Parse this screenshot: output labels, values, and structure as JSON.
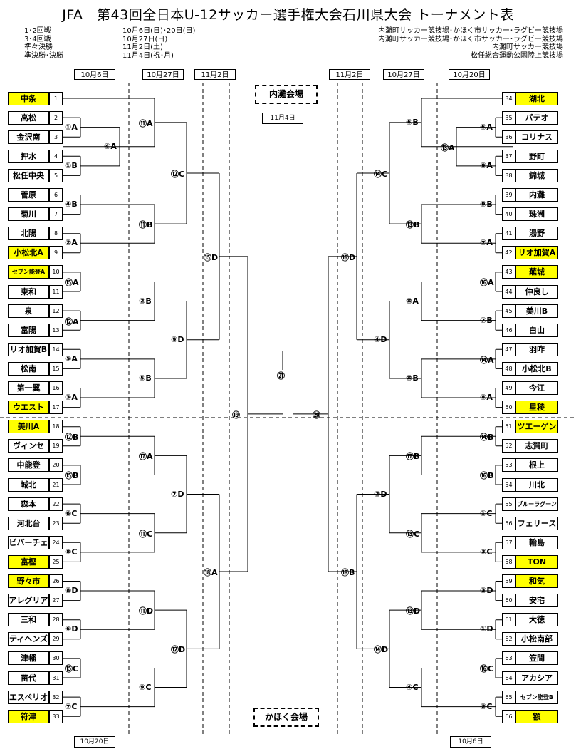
{
  "title": "JFA　第43回全日本U-12サッカー選手権大会石川県大会 トーナメント表",
  "schedule": {
    "rounds": [
      "1･2回戦",
      "3･4回戦",
      "準々決勝",
      "準決勝･決勝"
    ],
    "dates": [
      "10月6日(日)･20日(日)",
      "10月27日(日)",
      "11月2日(土)",
      "11月4日(祝･月)"
    ],
    "venues": [
      "内灘町サッカー競技場･かほく市サッカー･ラグビー競技場",
      "内灘町サッカー競技場･かほく市サッカー･ラグビー競技場",
      "内灘町サッカー競技場",
      "松任総合運動公園陸上競技場"
    ]
  },
  "headers": {
    "left": [
      "10月6日",
      "10月27日",
      "11月2日"
    ],
    "right": [
      "11月2日",
      "10月27日",
      "10月20日"
    ]
  },
  "venue_top": "内灘会場",
  "venue_date": "11月4日",
  "venue_bottom": "かほく会場",
  "bottom_dates": {
    "left": "10月20日",
    "right": "10月6日"
  },
  "left_teams": [
    {
      "name": "中条",
      "no": "1",
      "hl": true
    },
    {
      "name": "高松",
      "no": "2"
    },
    {
      "name": "金沢南",
      "no": "3"
    },
    {
      "name": "押水",
      "no": "4"
    },
    {
      "name": "松任中央",
      "no": "5"
    },
    {
      "name": "菅原",
      "no": "6"
    },
    {
      "name": "菊川",
      "no": "7"
    },
    {
      "name": "北陽",
      "no": "8"
    },
    {
      "name": "小松北A",
      "no": "9",
      "hl": true
    },
    {
      "name": "セブン能登A",
      "no": "10",
      "hl": true,
      "sm": true
    },
    {
      "name": "東和",
      "no": "11"
    },
    {
      "name": "泉",
      "no": "12"
    },
    {
      "name": "富陽",
      "no": "13"
    },
    {
      "name": "リオ加賀B",
      "no": "14"
    },
    {
      "name": "松南",
      "no": "15"
    },
    {
      "name": "第一翼",
      "no": "16"
    },
    {
      "name": "ウエスト",
      "no": "17",
      "hl": true
    },
    {
      "name": "美川A",
      "no": "18",
      "hl": true
    },
    {
      "name": "ヴィンセ",
      "no": "19"
    },
    {
      "name": "中能登",
      "no": "20"
    },
    {
      "name": "城北",
      "no": "21"
    },
    {
      "name": "森本",
      "no": "22"
    },
    {
      "name": "河北台",
      "no": "23"
    },
    {
      "name": "ビバーチェ",
      "no": "24"
    },
    {
      "name": "富樫",
      "no": "25",
      "hl": true
    },
    {
      "name": "野々市",
      "no": "26",
      "hl": true
    },
    {
      "name": "アレグリア",
      "no": "27"
    },
    {
      "name": "三和",
      "no": "28"
    },
    {
      "name": "ティヘンズ",
      "no": "29"
    },
    {
      "name": "津幡",
      "no": "30"
    },
    {
      "name": "苗代",
      "no": "31"
    },
    {
      "name": "エスペリオ",
      "no": "32"
    },
    {
      "name": "符津",
      "no": "33",
      "hl": true
    }
  ],
  "right_teams": [
    {
      "name": "湖北",
      "no": "34",
      "hl": true
    },
    {
      "name": "パテオ",
      "no": "35"
    },
    {
      "name": "コリナス",
      "no": "36"
    },
    {
      "name": "野町",
      "no": "37"
    },
    {
      "name": "錦城",
      "no": "38"
    },
    {
      "name": "内灘",
      "no": "39"
    },
    {
      "name": "珠洲",
      "no": "40"
    },
    {
      "name": "湯野",
      "no": "41"
    },
    {
      "name": "リオ加賀A",
      "no": "42",
      "hl": true
    },
    {
      "name": "蕪城",
      "no": "43",
      "hl": true
    },
    {
      "name": "仲良し",
      "no": "44"
    },
    {
      "name": "美川B",
      "no": "45"
    },
    {
      "name": "白山",
      "no": "46"
    },
    {
      "name": "羽咋",
      "no": "47"
    },
    {
      "name": "小松北B",
      "no": "48"
    },
    {
      "name": "今江",
      "no": "49"
    },
    {
      "name": "星稜",
      "no": "50",
      "hl": true
    },
    {
      "name": "ツエーゲン",
      "no": "51",
      "hl": true
    },
    {
      "name": "志賀町",
      "no": "52"
    },
    {
      "name": "根上",
      "no": "53"
    },
    {
      "name": "川北",
      "no": "54"
    },
    {
      "name": "ブルーラグーン",
      "no": "55",
      "sm": true
    },
    {
      "name": "フェリース",
      "no": "56"
    },
    {
      "name": "輪島",
      "no": "57"
    },
    {
      "name": "TON",
      "no": "58",
      "hl": true
    },
    {
      "name": "和気",
      "no": "59",
      "hl": true
    },
    {
      "name": "安宅",
      "no": "60"
    },
    {
      "name": "大徳",
      "no": "61"
    },
    {
      "name": "小松南部",
      "no": "62"
    },
    {
      "name": "笠間",
      "no": "63"
    },
    {
      "name": "アカシア",
      "no": "64"
    },
    {
      "name": "セブン能登B",
      "no": "65",
      "sm": true
    },
    {
      "name": "額",
      "no": "66",
      "hl": true
    }
  ],
  "match_labels": {
    "L": [
      "①A",
      "①B",
      "④A",
      "⑪A",
      "④B",
      "②A",
      "⑪B",
      "⑮A",
      "⑫A",
      "②B",
      "⑤A",
      "③A",
      "⑤B",
      "⑫B",
      "⑮B",
      "⑰A",
      "⑥C",
      "⑧C",
      "⑪C",
      "⑧D",
      "⑥D",
      "⑪D",
      "⑮C",
      "⑦C",
      "⑨C",
      "⑫C",
      "⑨D",
      "⑦D",
      "⑫D",
      "⑮D",
      "⑱A",
      "⑲"
    ],
    "R": [
      "⑥A",
      "⑨A",
      "⑬A",
      "⑥B",
      "⑨B",
      "⑦A",
      "⑬B",
      "⑯A",
      "⑦B",
      "⑩A",
      "⑭A",
      "⑧A",
      "⑩B",
      "⑭B",
      "⑯B",
      "⑰B",
      "①C",
      "③C",
      "⑬C",
      "③D",
      "①D",
      "⑬D",
      "⑯C",
      "②C",
      "④C",
      "⑭C",
      "④D",
      "②D",
      "⑭D",
      "⑯D",
      "⑱B",
      "⑳"
    ],
    "final": "㉑"
  }
}
